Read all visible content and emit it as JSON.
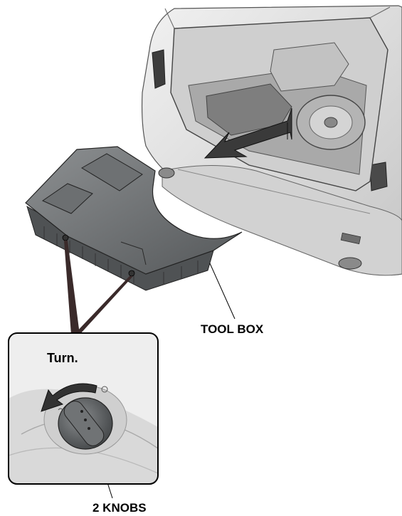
{
  "labels": {
    "tool_box": "TOOL BOX",
    "knobs": "2 KNOBS",
    "turn": "Turn."
  },
  "colors": {
    "line": "#000000",
    "tray_dark": "#5a5c5e",
    "tray_mid": "#7d8082",
    "tray_light": "#a7aaac",
    "car_body": "#dcdcdc",
    "car_shade": "#b9b9b9",
    "cargo_dark": "#8c8c8c",
    "arrow": "#333333",
    "inset_bg": "#e6e6e6",
    "knob": "#5e6163"
  },
  "icons": {
    "removal_arrow": "arrow-left-down-icon",
    "turn_arrow": "curved-arrow-counterclockwise-icon"
  }
}
